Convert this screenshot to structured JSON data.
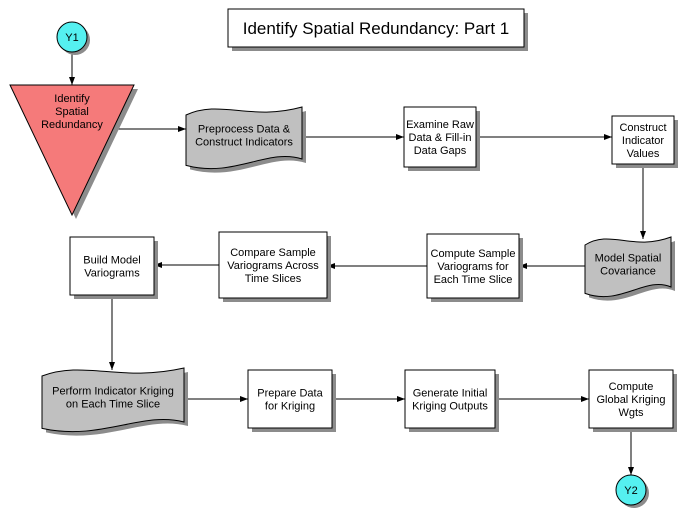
{
  "title": "Identify Spatial Redundancy: Part 1",
  "colors": {
    "connector": "#55f0f0",
    "start_triangle": "#f57a7a",
    "document_fill": "#c0c0c0",
    "process_fill": "#ffffff"
  },
  "nodes": {
    "y1": {
      "type": "connector",
      "lines": [
        "Y1"
      ]
    },
    "identify": {
      "type": "merge-triangle",
      "lines": [
        "Identify",
        "Spatial",
        "Redundancy"
      ]
    },
    "preprocess": {
      "type": "document",
      "lines": [
        "Preprocess Data &",
        "Construct Indicators"
      ]
    },
    "examine": {
      "type": "process",
      "lines": [
        "Examine Raw",
        "Data & Fill-in",
        "Data Gaps"
      ]
    },
    "construct": {
      "type": "process",
      "lines": [
        "Construct",
        "Indicator",
        "Values"
      ]
    },
    "model_cov": {
      "type": "document",
      "lines": [
        "Model Spatial",
        "Covariance"
      ]
    },
    "compute_sample": {
      "type": "process",
      "lines": [
        "Compute Sample",
        "Variograms for",
        "Each Time Slice"
      ]
    },
    "compare": {
      "type": "process",
      "lines": [
        "Compare Sample",
        "Variograms Across",
        "Time Slices"
      ]
    },
    "build": {
      "type": "process",
      "lines": [
        "Build Model",
        "Variograms"
      ]
    },
    "perform": {
      "type": "document",
      "lines": [
        "Perform Indicator Kriging",
        "on Each Time Slice"
      ]
    },
    "prepare": {
      "type": "process",
      "lines": [
        "Prepare Data",
        "for Kriging"
      ]
    },
    "generate": {
      "type": "process",
      "lines": [
        "Generate Initial",
        "Kriging Outputs"
      ]
    },
    "global": {
      "type": "process",
      "lines": [
        "Compute",
        "Global Kriging",
        "Wgts"
      ]
    },
    "y2": {
      "type": "connector",
      "lines": [
        "Y2"
      ]
    }
  },
  "edges": [
    {
      "from": "y1",
      "to": "identify"
    },
    {
      "from": "identify",
      "to": "preprocess"
    },
    {
      "from": "preprocess",
      "to": "examine"
    },
    {
      "from": "examine",
      "to": "construct"
    },
    {
      "from": "construct",
      "to": "model_cov"
    },
    {
      "from": "model_cov",
      "to": "compute_sample"
    },
    {
      "from": "compute_sample",
      "to": "compare"
    },
    {
      "from": "compare",
      "to": "build"
    },
    {
      "from": "build",
      "to": "perform"
    },
    {
      "from": "perform",
      "to": "prepare"
    },
    {
      "from": "prepare",
      "to": "generate"
    },
    {
      "from": "generate",
      "to": "global"
    },
    {
      "from": "global",
      "to": "y2"
    }
  ]
}
